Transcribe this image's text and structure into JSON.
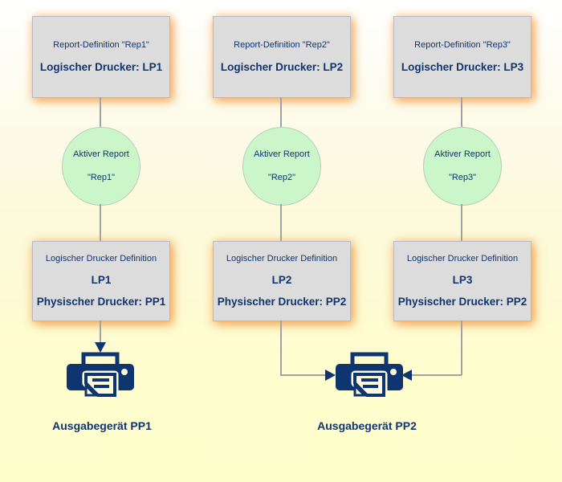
{
  "diagram": {
    "columns": [
      {
        "report_box": {
          "line1": "Report-Definition \"Rep1\"",
          "line2": "Logischer Drucker: LP1"
        },
        "active_report": {
          "line1": "Aktiver Report",
          "line2": "\"Rep1\""
        },
        "printer_def_box": {
          "line1": "Logischer Drucker Definition",
          "line2": "LP1",
          "line3": "Physischer Drucker: PP1"
        }
      },
      {
        "report_box": {
          "line1": "Report-Definition \"Rep2\"",
          "line2": "Logischer Drucker: LP2"
        },
        "active_report": {
          "line1": "Aktiver Report",
          "line2": "\"Rep2\""
        },
        "printer_def_box": {
          "line1": "Logischer Drucker Definition",
          "line2": "LP2",
          "line3": "Physischer Drucker: PP2"
        }
      },
      {
        "report_box": {
          "line1": "Report-Definition \"Rep3\"",
          "line2": "Logischer Drucker: LP3"
        },
        "active_report": {
          "line1": "Aktiver Report",
          "line2": "\"Rep3\""
        },
        "printer_def_box": {
          "line1": "Logischer Drucker Definition",
          "line2": "LP3",
          "line3": "Physischer Drucker: PP2"
        }
      }
    ],
    "output_devices": [
      {
        "label": "Ausgabegerät PP1",
        "icon": "printer-icon"
      },
      {
        "label": "Ausgabegerät PP2",
        "icon": "printer-icon"
      }
    ],
    "colors": {
      "text_navy": "#0f3570",
      "box_fill": "#dcdcdc",
      "box_border": "#b6bac6",
      "circle_fill": "#caf6c9",
      "circle_border": "#b9cdb9",
      "connector_gray": "#a2a2a2",
      "glow_orange": "#f39237",
      "background_top": "#fffffe",
      "background_bottom": "#ffffcc"
    }
  }
}
